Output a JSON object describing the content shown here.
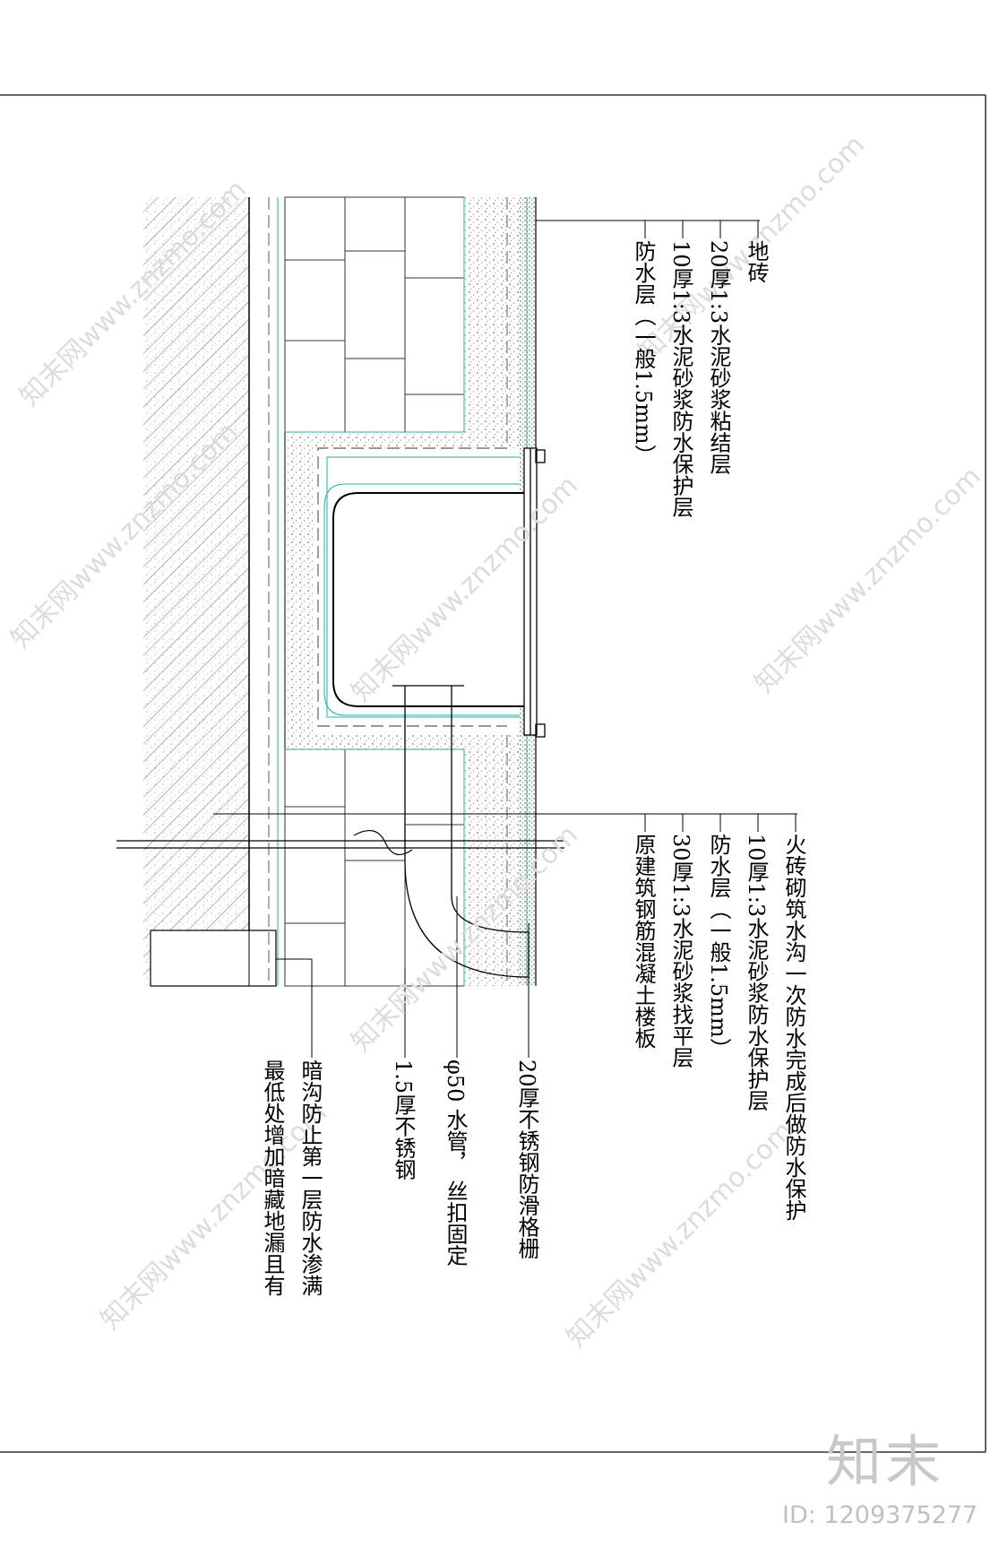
{
  "labels_top": [
    {
      "id": "floor-tile",
      "text": "地砖"
    },
    {
      "id": "bonding-layer",
      "text": "20厚1:3水泥砂浆粘结层"
    },
    {
      "id": "waterproof-protect-10",
      "text": "10厚1:3水泥砂浆防水保护层"
    },
    {
      "id": "waterproof-layer-top",
      "text": "防水层（一般1.5mm）"
    }
  ],
  "labels_bottom": [
    {
      "id": "brick-channel-note",
      "text": "火砖砌筑水沟一次防水完成后做防水保护"
    },
    {
      "id": "waterproof-protect-10b",
      "text": "10厚1:3水泥砂浆防水保护层"
    },
    {
      "id": "waterproof-layer-bottom",
      "text": "防水层（一般1.5mm）"
    },
    {
      "id": "leveling-layer",
      "text": "30厚1:3水泥砂浆找平层"
    },
    {
      "id": "rc-slab",
      "text": "原建筑钢筋混凝土楼板"
    }
  ],
  "labels_lower": [
    {
      "id": "grating",
      "text": "20厚不锈钢防滑格栅"
    },
    {
      "id": "water-pipe",
      "text": "φ50 水管， 丝扣固定"
    },
    {
      "id": "steel-sheet",
      "text": "1.5厚不锈钢"
    },
    {
      "id": "drain-note-1",
      "text": "暗沟防止第一层防水渗满"
    },
    {
      "id": "drain-note-2",
      "text": "最低处增加暗藏地漏且有"
    }
  ],
  "watermark": {
    "text": "知末网www.znzmo.com"
  },
  "brand": {
    "logo": "知末",
    "id_text": "ID: 1209375277"
  }
}
